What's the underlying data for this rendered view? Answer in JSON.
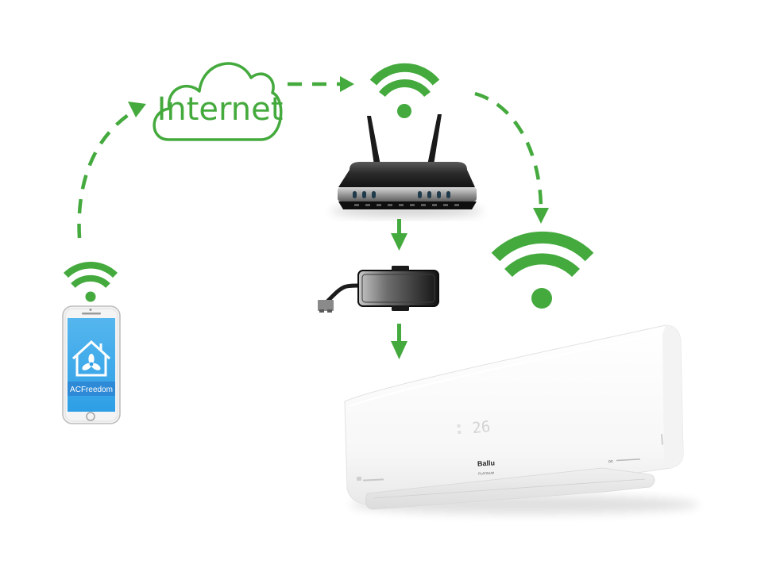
{
  "cloud": {
    "label": "Internet",
    "icon": "cloud-icon"
  },
  "smartphone": {
    "app_name": "ACFreedom",
    "app_icon": "house-fan-icon"
  },
  "air_conditioner": {
    "display": "26",
    "brand": "Ballu",
    "series": "PLATINUM",
    "badge": "DC"
  },
  "icons": {
    "wifi": "wifi-icon",
    "router": "router-icon",
    "adapter": "wifi-module-icon"
  },
  "colors": {
    "accent": "#44AA3D",
    "app_blue": "#2E9FE6",
    "app_band": "#2E89D6",
    "display_gray": "#D3D3D3"
  }
}
